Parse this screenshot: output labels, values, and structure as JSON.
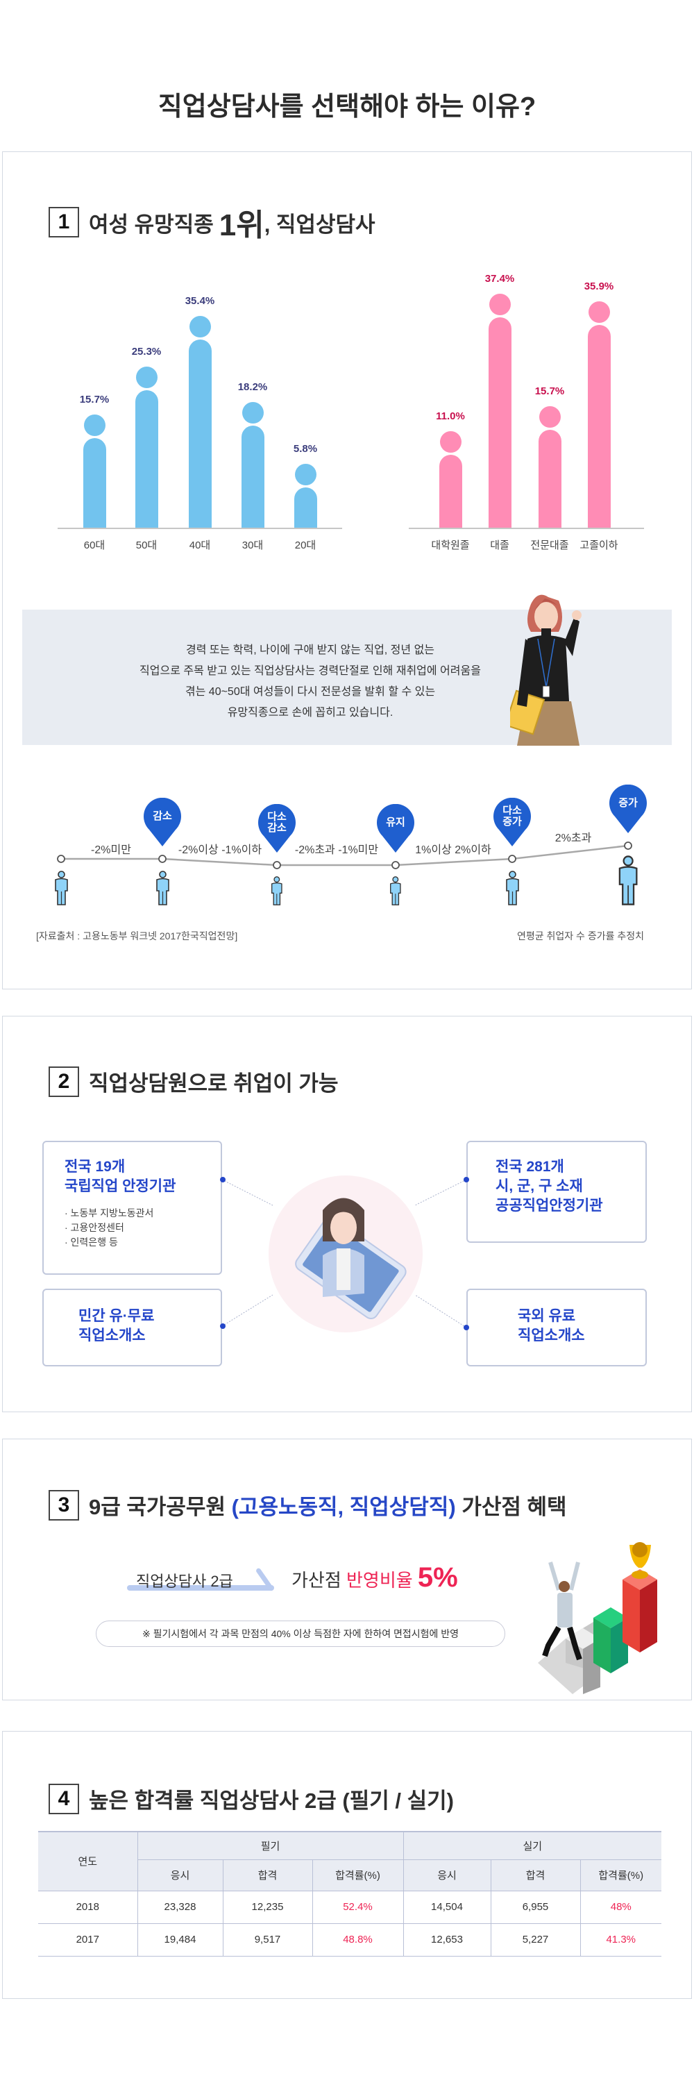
{
  "page_title": "직업상담사를 선택해야 하는 이유?",
  "colors": {
    "blue_bar": "#72c3ee",
    "pink_bar": "#ff8cb5",
    "pin": "#1f5fcf",
    "accent_red": "#ee2454",
    "accent_blue": "#2446c9"
  },
  "section1": {
    "number": "1",
    "title_pre": "여성 유망직종",
    "title_big": "1위",
    "title_post": ", 직업상담사",
    "chart_data": [
      {
        "type": "bar",
        "title": "",
        "categories": [
          "60대",
          "50대",
          "40대",
          "30대",
          "20대"
        ],
        "values": [
          15.7,
          25.3,
          35.4,
          18.2,
          5.8
        ],
        "labels": [
          "15.7%",
          "25.3%",
          "35.4%",
          "18.2%",
          "5.8%"
        ],
        "unit": "%"
      },
      {
        "type": "bar",
        "title": "",
        "categories": [
          "대학원졸",
          "대졸",
          "전문대졸",
          "고졸이하"
        ],
        "values": [
          11.0,
          37.4,
          15.7,
          35.9
        ],
        "labels": [
          "11.0%",
          "37.4%",
          "15.7%",
          "35.9%"
        ],
        "unit": "%"
      }
    ],
    "info_lines": [
      "경력 또는 학력, 나이에 구애 받지 않는 직업, 정년 없는",
      "직업으로 주목 받고 있는 직업상담사는 경력단절로 인해 재취업에 어려움을",
      "겪는 40~50대 여성들이 다시 전문성을 발휘 할 수 있는",
      "유망직종으로 손에 꼽히고 있습니다."
    ],
    "timeline": {
      "pins": [
        {
          "line1": "감소",
          "line2": ""
        },
        {
          "line1": "다소",
          "line2": "감소"
        },
        {
          "line1": "유지",
          "line2": ""
        },
        {
          "line1": "다소",
          "line2": "증가"
        },
        {
          "line1": "증가",
          "line2": ""
        }
      ],
      "ranges": [
        "-2%미만",
        "-2%이상 -1%이하",
        "-2%초과 -1%미만",
        "1%이상 2%이하",
        "2%초과"
      ]
    },
    "source": "[자료출처 : 고용노동부 워크넷 2017한국직업전망]",
    "note": "연평균 취업자 수 증가률 추정치"
  },
  "section2": {
    "number": "2",
    "title": "직업상담원으로 취업이 가능",
    "cards": [
      {
        "title_lines": [
          "전국 19개",
          "국립직업 안정기관"
        ],
        "items": [
          "· 노동부 지방노동관서",
          "· 고용안정센터",
          "· 인력은행 등"
        ]
      },
      {
        "title_lines": [
          "전국 281개",
          "시, 군, 구 소재",
          "공공직업안정기관"
        ]
      },
      {
        "title_lines": [
          "민간 유·무료",
          "직업소개소"
        ]
      },
      {
        "title_lines": [
          "국외 유료",
          "직업소개소"
        ]
      }
    ]
  },
  "section3": {
    "number": "3",
    "title_pre": "9급 국가공무원",
    "title_hl": "(고용노동직, 직업상담직)",
    "title_post": "가산점 혜택",
    "grade": "직업상담사 2급",
    "plus_label": "가산점",
    "ratio_label": "반영비율",
    "ratio_value": "5%",
    "note": "※ 필기시험에서 각 과목 만점의 40% 이상 득점한 자에 한하여 면접시험에 반영"
  },
  "section4": {
    "number": "4",
    "title": "높은 합격률 직업상담사 2급 (필기 / 실기)",
    "table": {
      "year_header": "연도",
      "groups": [
        "필기",
        "실기"
      ],
      "sub_headers": [
        "응시",
        "합격",
        "합격률(%)",
        "응시",
        "합격",
        "합격률(%)"
      ],
      "rows": [
        [
          "2018",
          "23,328",
          "12,235",
          "52.4%",
          "14,504",
          "6,955",
          "48%"
        ],
        [
          "2017",
          "19,484",
          "9,517",
          "48.8%",
          "12,653",
          "5,227",
          "41.3%"
        ]
      ]
    }
  }
}
